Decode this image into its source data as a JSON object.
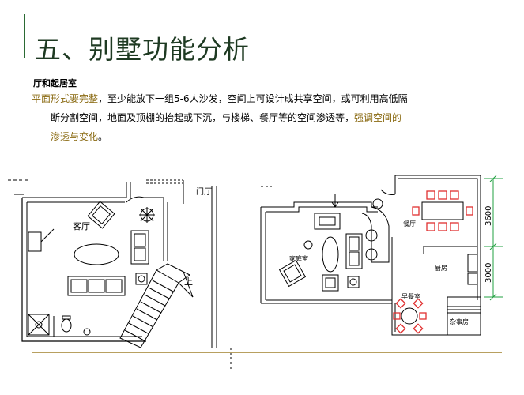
{
  "title": "五、别墅功能分析",
  "subheading": "厅和起居室",
  "paragraph": {
    "line1_highlight": "平面形式要完整",
    "line1_rest": "，至少能放下一组5-6人沙发，空间上可设计成共享空间，或可利用高低隔",
    "line2_plain": "断分割空间，地面及顶棚的抬起或下沉，与楼梯、餐厅等的空间渗透等，",
    "line2_highlight": "强调空间的",
    "line3_highlight": "渗透与变化",
    "line3_end": "。"
  },
  "plan_left": {
    "room_living": "客厅",
    "room_foyer": "门厅",
    "stair_label": "上"
  },
  "plan_right": {
    "room_family": "家庭室",
    "room_dining": "餐厅",
    "room_kitchen": "厨房",
    "room_breakfast": "早餐室",
    "room_service": "杂事房",
    "dim_upper": "3600",
    "dim_lower": "3000"
  },
  "colors": {
    "title": "#1e3a22",
    "rule": "#b8a060",
    "highlight": "#8a6a12",
    "dimension_line": "#20a040",
    "chairs": "#e03030"
  }
}
